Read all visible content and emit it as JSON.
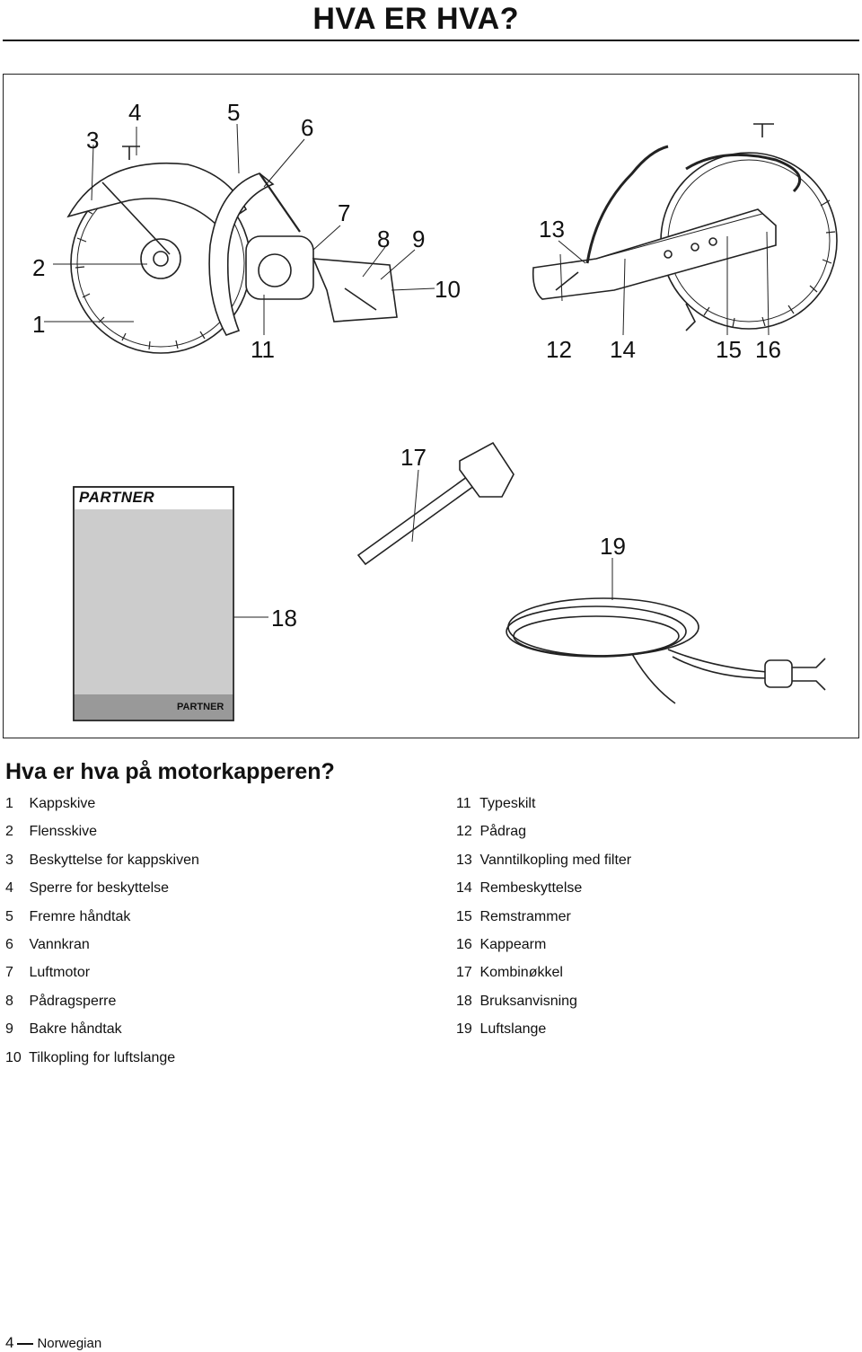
{
  "header": {
    "title": "HVA ER HVA?"
  },
  "figure": {
    "callouts": [
      "1",
      "2",
      "3",
      "4",
      "5",
      "6",
      "7",
      "8",
      "9",
      "10",
      "11",
      "12",
      "13",
      "14",
      "15",
      "16",
      "17",
      "18",
      "19"
    ],
    "manual_brand": "PARTNER",
    "manual_brand_small": "PARTNER"
  },
  "section": {
    "title": "Hva er hva på motorkapperen?"
  },
  "legend": {
    "left": [
      {
        "num": "1",
        "label": "Kappskive"
      },
      {
        "num": "2",
        "label": "Flensskive"
      },
      {
        "num": "3",
        "label": "Beskyttelse for kappskiven"
      },
      {
        "num": "4",
        "label": "Sperre for beskyttelse"
      },
      {
        "num": "5",
        "label": "Fremre håndtak"
      },
      {
        "num": "6",
        "label": "Vannkran"
      },
      {
        "num": "7",
        "label": "Luftmotor"
      },
      {
        "num": "8",
        "label": "Pådragsperre"
      },
      {
        "num": "9",
        "label": "Bakre håndtak"
      },
      {
        "num": "10",
        "label": "Tilkopling for luftslange"
      }
    ],
    "right": [
      {
        "num": "11",
        "label": "Typeskilt"
      },
      {
        "num": "12",
        "label": "Pådrag"
      },
      {
        "num": "13",
        "label": "Vanntilkopling med filter"
      },
      {
        "num": "14",
        "label": "Rembeskyttelse"
      },
      {
        "num": "15",
        "label": "Remstrammer"
      },
      {
        "num": "16",
        "label": "Kappearm"
      },
      {
        "num": "17",
        "label": "Kombinøkkel"
      },
      {
        "num": "18",
        "label": "Bruksanvisning"
      },
      {
        "num": "19",
        "label": "Luftslange"
      }
    ]
  },
  "footer": {
    "page": "4",
    "language": "Norwegian"
  }
}
